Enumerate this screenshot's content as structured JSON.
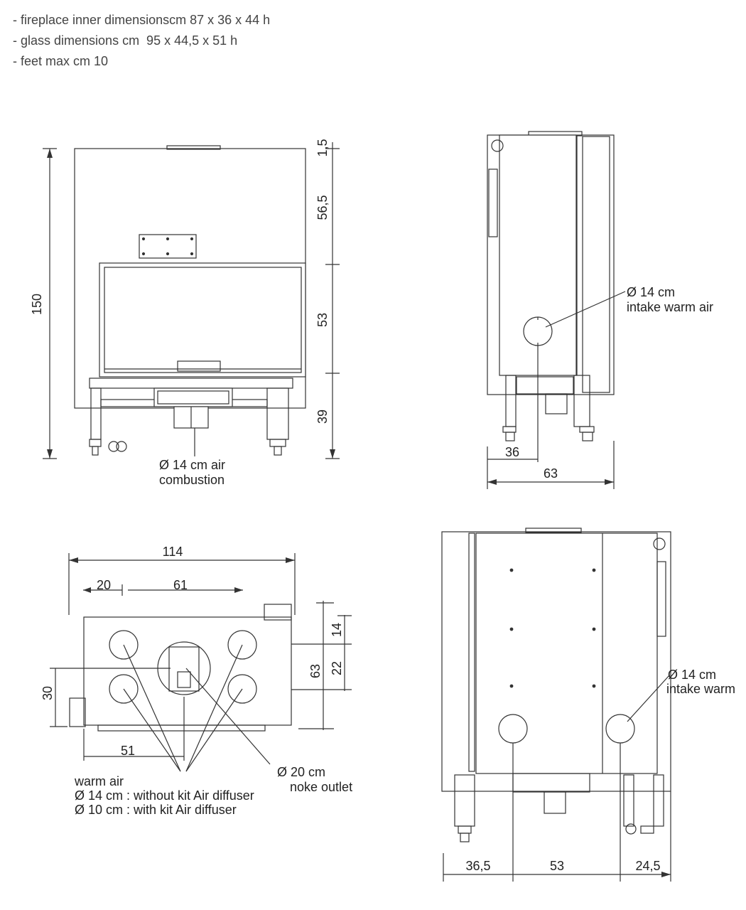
{
  "specs": [
    "- fireplace inner dimensionscm 87 x 36 x 44 h",
    "- glass dimensions cm  95 x 44,5 x 51 h",
    "- feet max cm 10"
  ],
  "front_view": {
    "dims": {
      "total_height": "150",
      "top_gap": "1,5",
      "upper": "56,5",
      "glass": "53",
      "base": "39"
    },
    "label_line1": "Ø 14 cm air",
    "label_line2": "combustion"
  },
  "side_view": {
    "dims": {
      "offset": "36",
      "depth": "63"
    },
    "label_line1": "Ø 14 cm",
    "label_line2": "intake warm air"
  },
  "top_view": {
    "dims": {
      "width": "114",
      "left": "20",
      "middle": "61",
      "depth": "63",
      "d14": "14",
      "d22": "22",
      "d30": "30",
      "d51": "51"
    },
    "warm_air_title": "warm air",
    "warm_air_line1": "Ø 14 cm : without kit Air diffuser",
    "warm_air_line2": "Ø 10 cm : with kit Air diffuser",
    "smoke_line1": "Ø 20 cm",
    "smoke_line2": "noke outlet"
  },
  "back_view": {
    "dims": {
      "left": "36,5",
      "middle": "53",
      "right": "24,5"
    },
    "label_line1": "Ø 14 cm",
    "label_line2": "intake warm"
  }
}
